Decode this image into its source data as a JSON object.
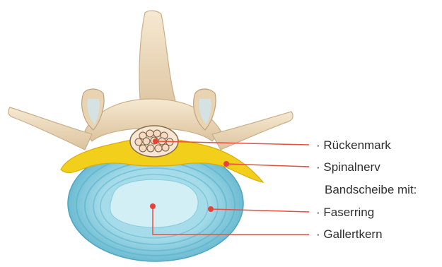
{
  "colors": {
    "leader_line": "#e8503c",
    "marker": "#e8403a",
    "bone": "#eedbbd",
    "bone_shadow": "#c9ae88",
    "nerve": "#f2cf1a",
    "disc_outer": "#7fc9dc",
    "disc_inner": "#c9ecf2",
    "label_text": "#2e2e2e"
  },
  "labels": {
    "rueckenmark": "· Rückenmark",
    "spinalnerv": "· Spinalnerv",
    "bandscheibe": "Bandscheibe mit:",
    "faserring": "· Faserring",
    "gallertkern": "· Gallertkern"
  }
}
